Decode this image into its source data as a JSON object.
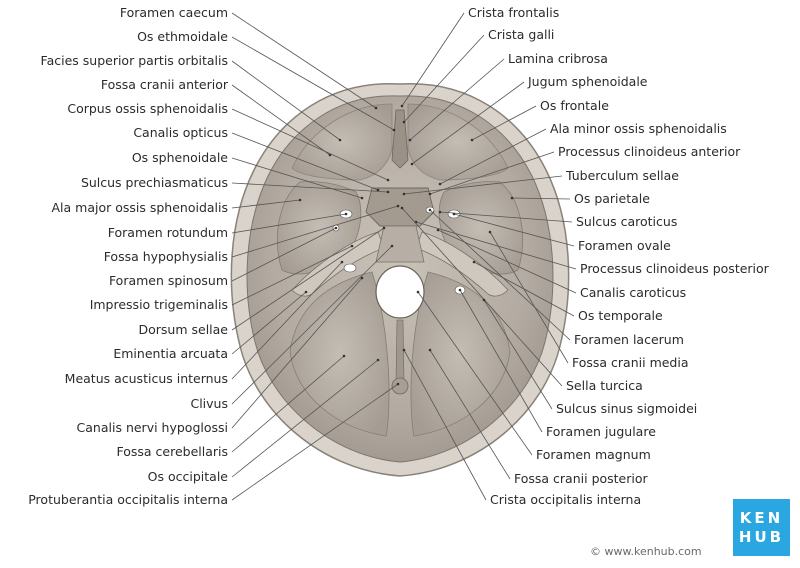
{
  "labels_left": [
    "Foramen caecum",
    "Os ethmoidale",
    "Facies superior partis orbitalis",
    "Fossa cranii anterior",
    "Corpus ossis sphenoidalis",
    "Canalis opticus",
    "Os sphenoidale",
    "Sulcus prechiasmaticus",
    "Ala major ossis sphenoidalis",
    "Foramen rotundum",
    "Fossa hypophysialis",
    "Foramen spinosum",
    "Impressio trigeminalis",
    "Dorsum sellae",
    "Eminentia arcuata",
    "Meatus acusticus internus",
    "Clivus",
    "Canalis nervi hypoglossi",
    "Fossa cerebellaris",
    "Os occipitale",
    "Protuberantia occipitalis interna"
  ],
  "labels_right": [
    "Crista frontalis",
    "Crista galli",
    "Lamina cribrosa",
    "Jugum sphenoidale",
    "Os frontale",
    "Ala minor ossis sphenoidalis",
    "Processus clinoideus anterior",
    "Tuberculum sellae",
    "Os parietale",
    "Sulcus caroticus",
    "Foramen ovale",
    "Processus clinoideus posterior",
    "Canalis caroticus",
    "Os temporale",
    "Foramen lacerum",
    "Fossa cranii media",
    "Sella turcica",
    "Sulcus sinus sigmoidei",
    "Foramen jugulare",
    "Foramen magnum",
    "Fossa cranii posterior",
    "Crista occipitalis interna"
  ],
  "logo": {
    "line1": "KEN",
    "line2": "HUB"
  },
  "credit": "© www.kenhub.com",
  "colors": {
    "bone": "#b9b1a8",
    "bone_dark": "#8e857b",
    "bone_light": "#d8d2ca",
    "logo": "#2aa6e0"
  }
}
